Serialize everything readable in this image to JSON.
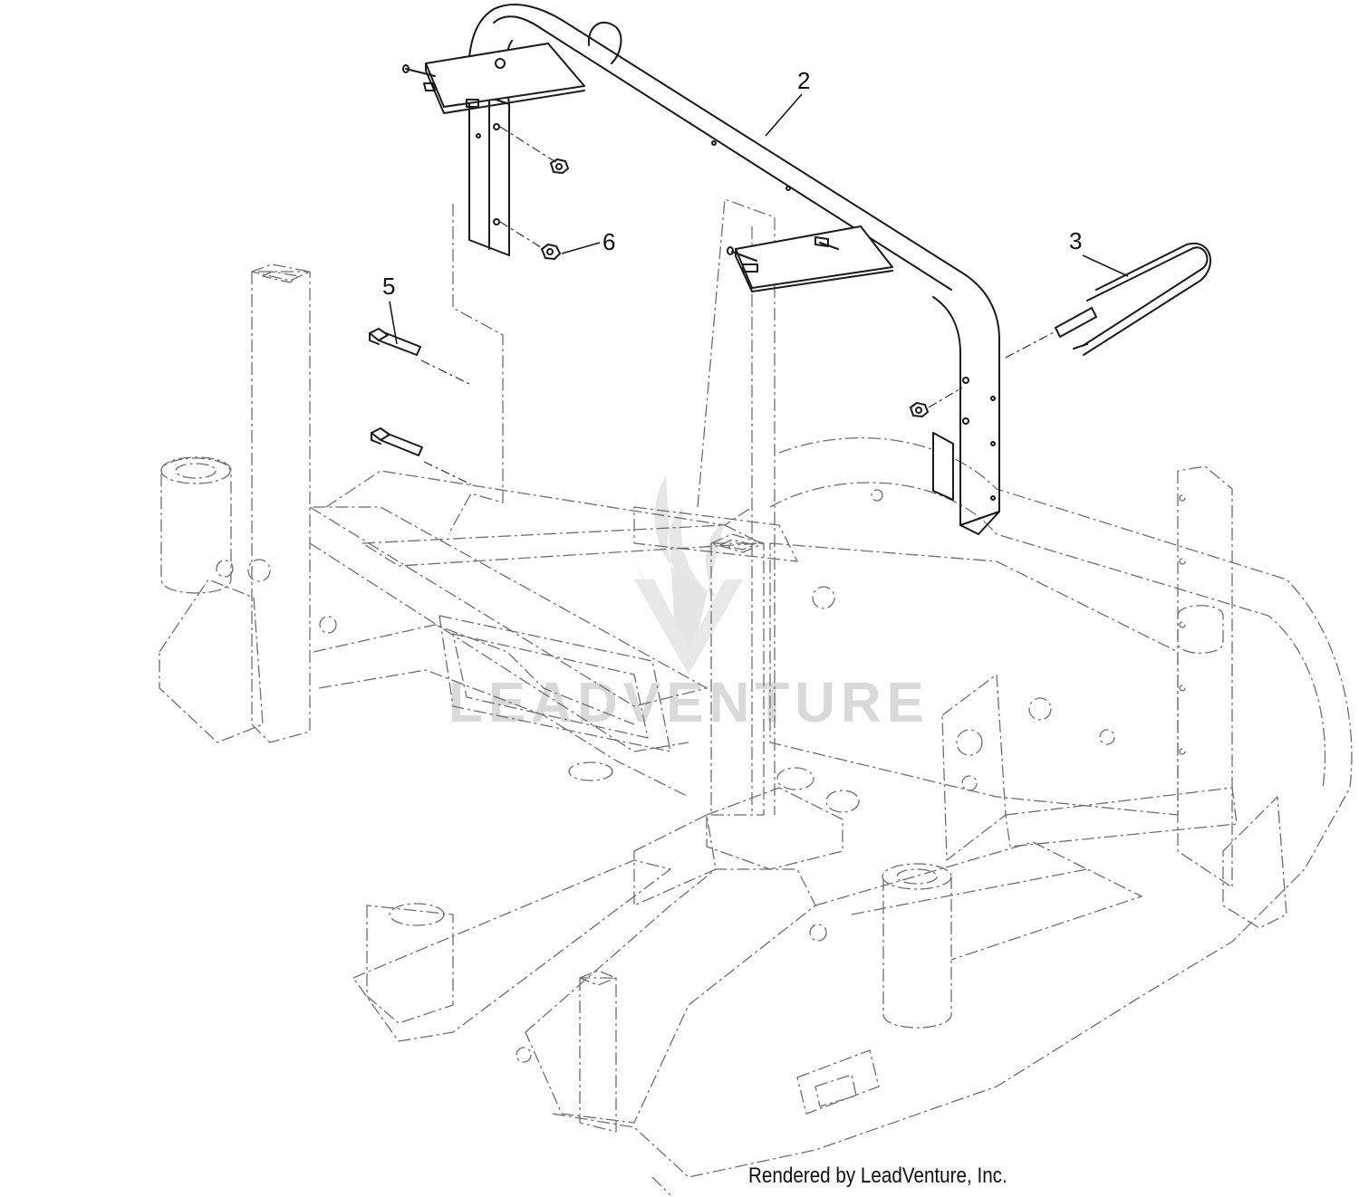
{
  "callouts": [
    {
      "label": "2"
    },
    {
      "label": "3"
    },
    {
      "label": "5"
    },
    {
      "label": "6"
    }
  ],
  "watermark": {
    "text": "LEADVENTURE"
  },
  "credit": {
    "text": "Rendered by LeadVenture, Inc."
  },
  "colors": {
    "line": "#1a1a1a",
    "phantom": "#6e6e6e",
    "watermark": "#d9d9d9",
    "background": "#ffffff"
  },
  "icons": [
    "roll-bar-icon",
    "roll-bar-pin-icon",
    "bolt-icon",
    "nut-icon",
    "leadventure-logo-icon"
  ]
}
